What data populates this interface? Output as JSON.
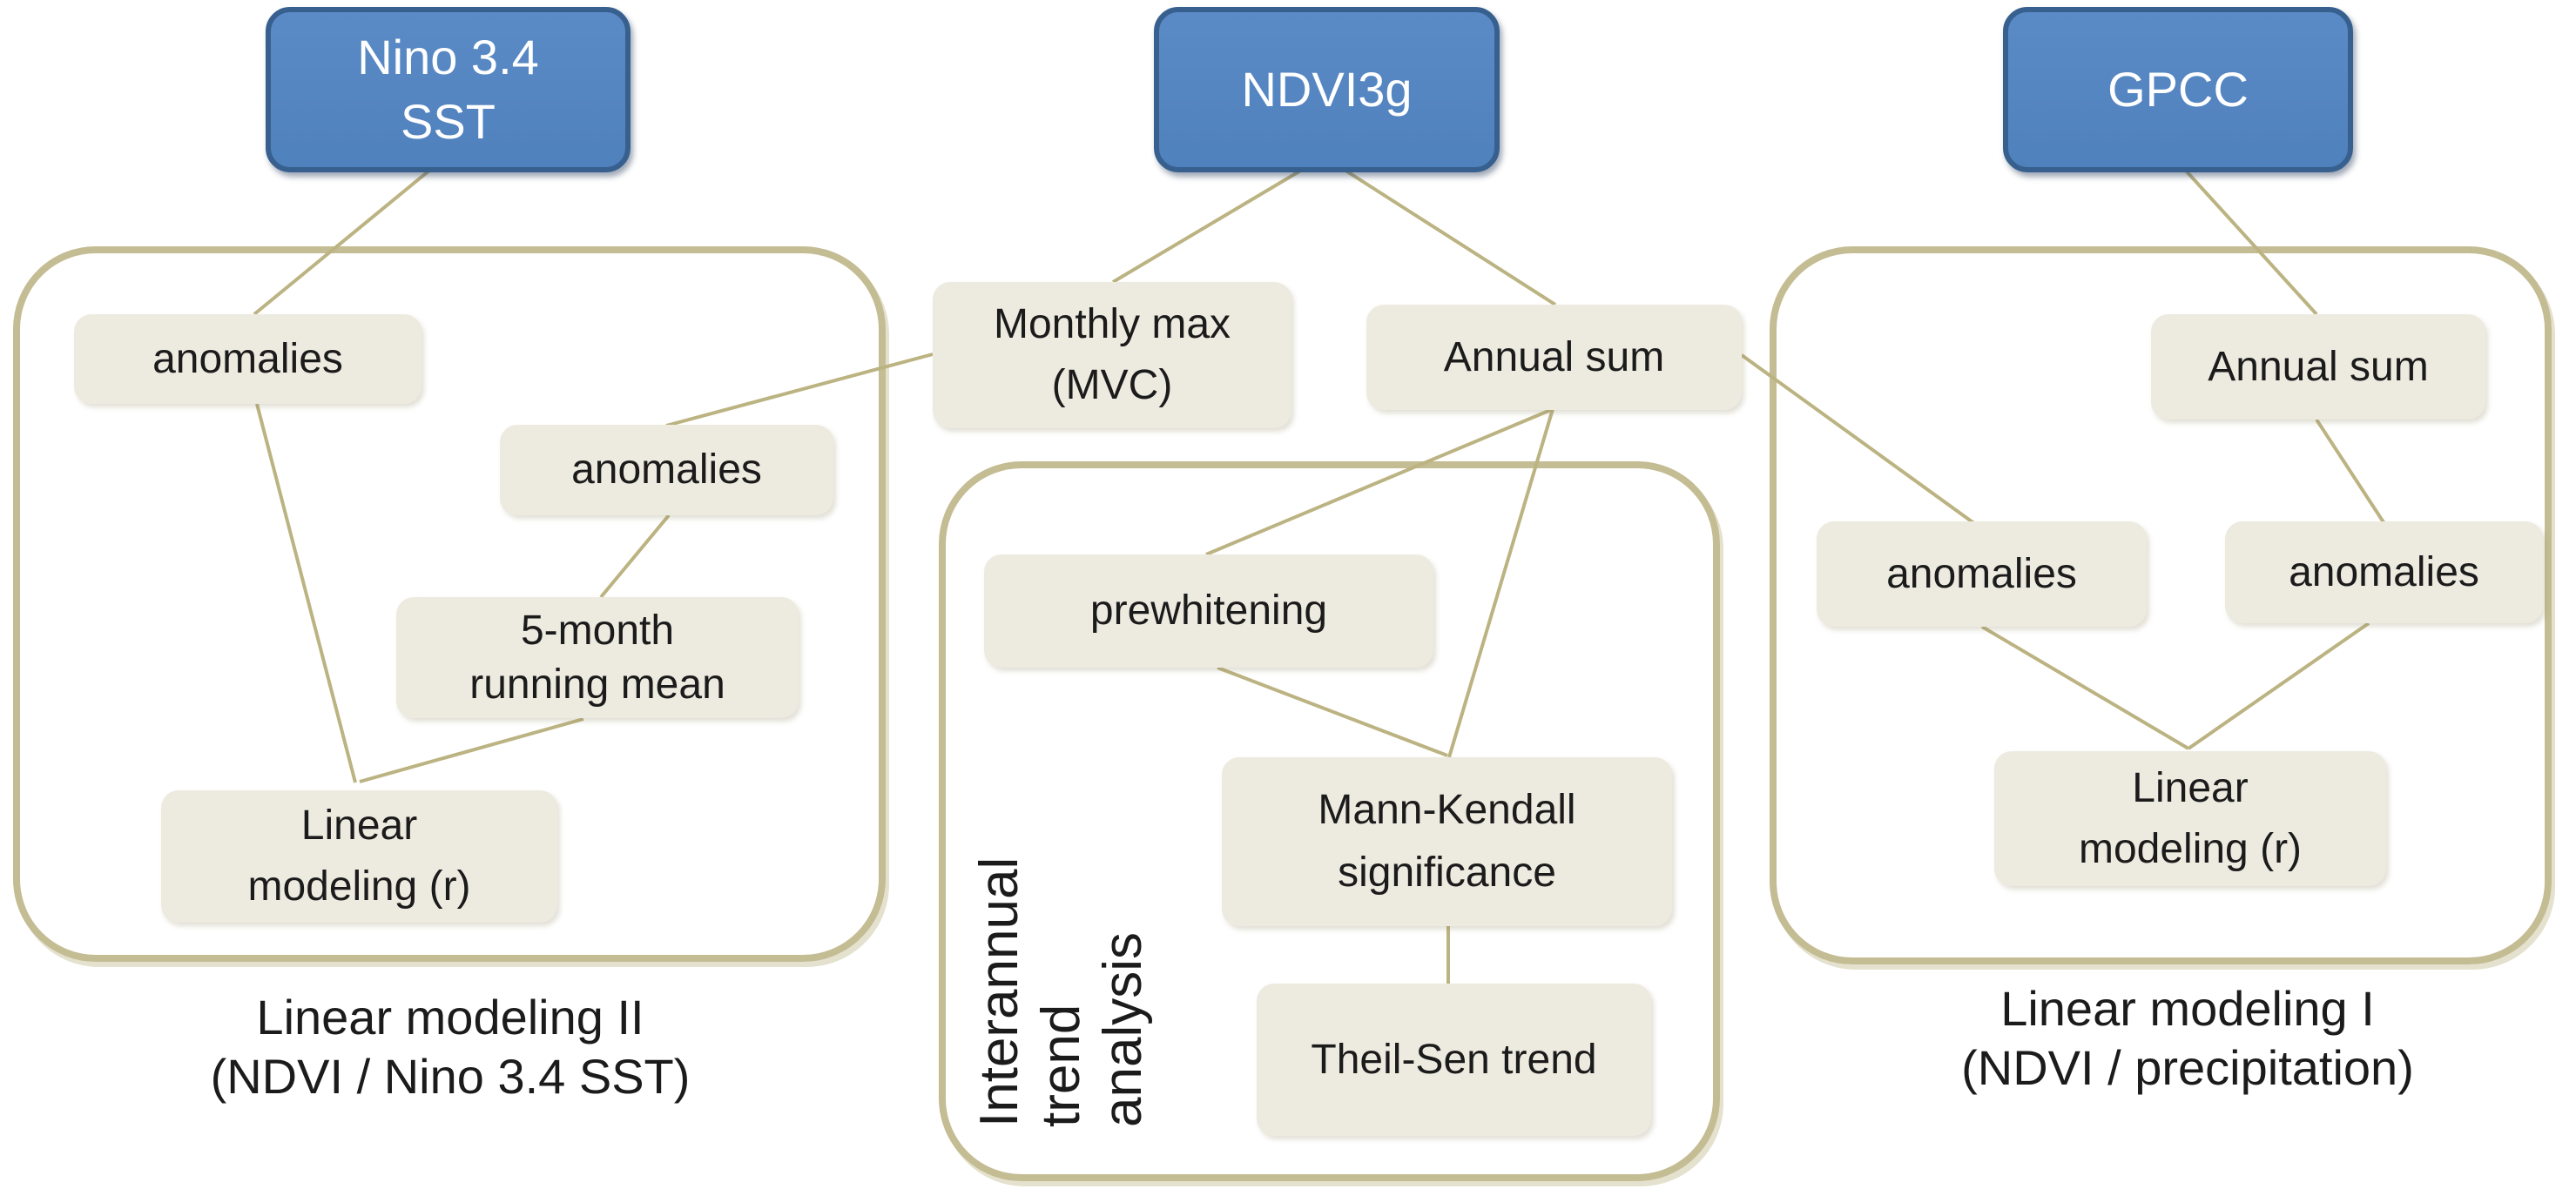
{
  "nodes": {
    "nino": {
      "line1": "Nino 3.4",
      "line2": "SST"
    },
    "ndvi3g": {
      "line1": "NDVI3g"
    },
    "gpcc": {
      "line1": "GPCC"
    },
    "anomalies_sst": {
      "line1": "anomalies"
    },
    "anomalies_ndvi_monthly": {
      "line1": "anomalies"
    },
    "running_mean": {
      "line1": "5-month",
      "line2": "running mean"
    },
    "linear_modeling_2_box": {
      "line1": "Linear",
      "line2": "modeling (r)"
    },
    "monthly_max": {
      "line1": "Monthly max",
      "line2": "(MVC)"
    },
    "annual_sum_ndvi": {
      "line1": "Annual sum"
    },
    "prewhitening": {
      "line1": "prewhitening"
    },
    "mann_kendall": {
      "line1": "Mann-Kendall",
      "line2": "significance"
    },
    "theil_sen": {
      "line1": "Theil-Sen trend"
    },
    "annual_sum_gpcc": {
      "line1": "Annual sum"
    },
    "anomalies_ndvi_annual": {
      "line1": "anomalies"
    },
    "anomalies_precip": {
      "line1": "anomalies"
    },
    "linear_modeling_1_box": {
      "line1": "Linear",
      "line2": "modeling (r)"
    }
  },
  "captions": {
    "left": {
      "line1": "Linear modeling II",
      "line2": "(NDVI / Nino 3.4 SST)"
    },
    "middle_rotated": {
      "line1": "Interannual",
      "line2": "trend",
      "line3": "analysis"
    },
    "right": {
      "line1": "Linear modeling I",
      "line2": "(NDVI / precipitation)"
    }
  },
  "colors": {
    "blue_fill": "#4f81bd",
    "blue_fill_light": "#5b8bc6",
    "blue_border": "#38608f",
    "box_fill": "#edebe0",
    "container_border": "#c4bc93",
    "connector": "#bcb382",
    "text_dark": "#1b1b1b",
    "text_light": "#ffffff",
    "background": "#ffffff"
  }
}
